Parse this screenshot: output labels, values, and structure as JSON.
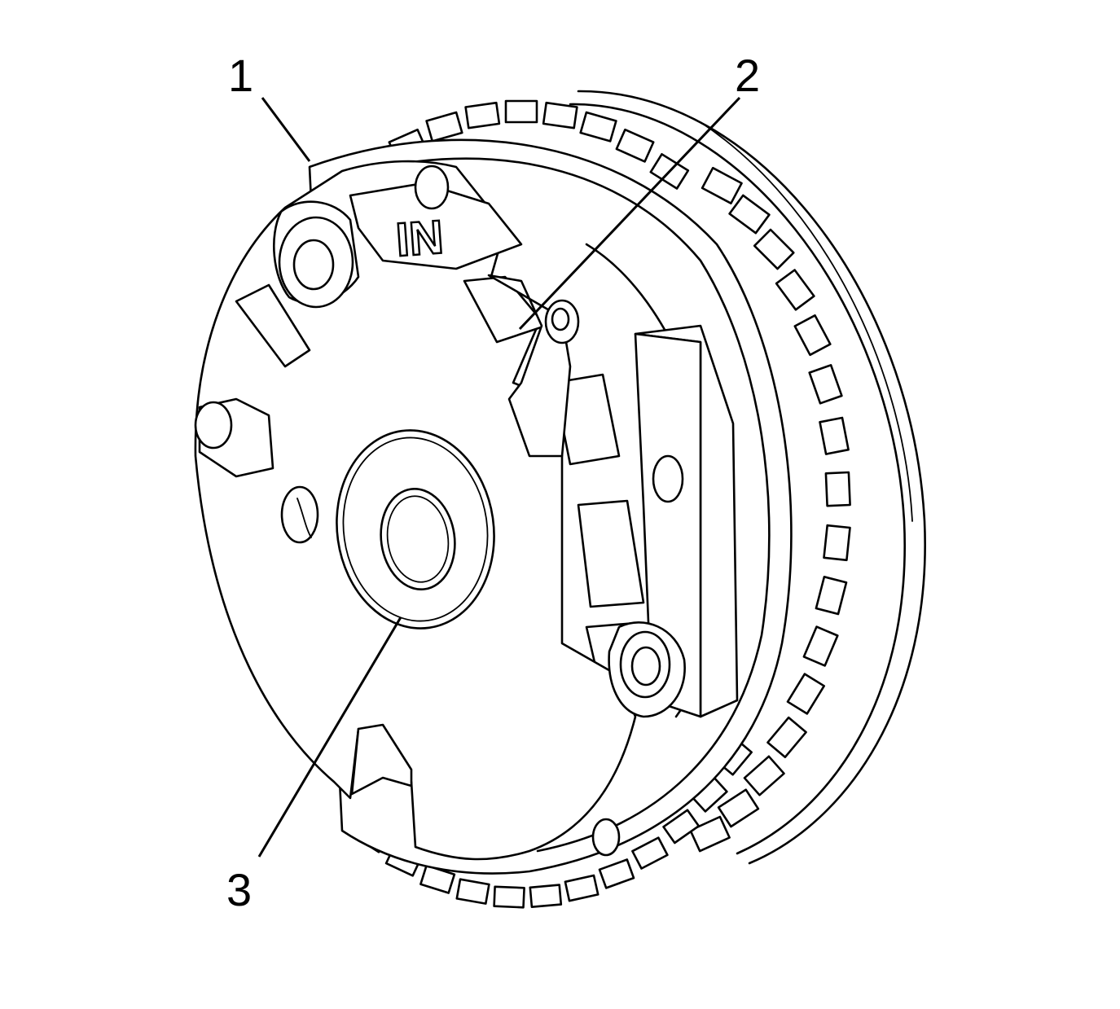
{
  "diagram": {
    "stamp_text": "IN",
    "callouts": [
      {
        "id": "callout-1",
        "label": "1"
      },
      {
        "id": "callout-2",
        "label": "2"
      },
      {
        "id": "callout-3",
        "label": "3"
      }
    ]
  }
}
